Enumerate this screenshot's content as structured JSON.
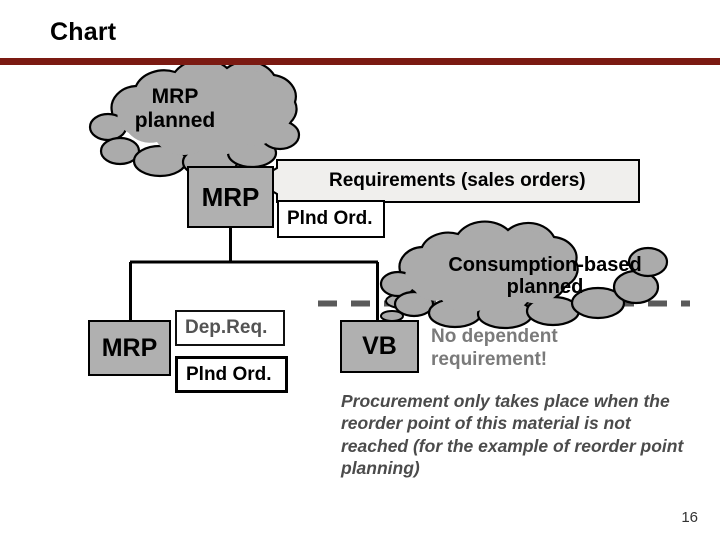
{
  "slide": {
    "title": "Chart",
    "page_number": "16",
    "rule_color": "#7b1a12"
  },
  "colors": {
    "cloud_fill": "#ababab",
    "box_fill": "#b0b0b0",
    "outline": "#000000",
    "dashed_line": "#5a5a5a",
    "gray_text": "#7a7a7a",
    "italic_text": "#4b4b4b"
  },
  "diagram": {
    "clouds": [
      {
        "id": "mrp-planned",
        "line1": "MRP",
        "line2": "planned",
        "text": "MRP\nplanned"
      },
      {
        "id": "consumption-based-planned",
        "line1": "Consumption-based",
        "line2": "planned",
        "text": "Consumption-based\nplanned"
      }
    ],
    "boxes": [
      {
        "id": "mrp-top",
        "label": "MRP"
      },
      {
        "id": "mrp-bottom",
        "label": "MRP"
      },
      {
        "id": "vb",
        "label": "VB"
      }
    ],
    "labels": [
      {
        "id": "plnd-ord-top",
        "label": "Plnd Ord."
      },
      {
        "id": "dep-req",
        "label": "Dep.Req."
      },
      {
        "id": "plnd-ord-bottom",
        "label": "Plnd Ord."
      }
    ],
    "callout": {
      "id": "requirements",
      "label": "Requirements (sales orders)"
    },
    "notes": [
      {
        "id": "no-dependent-requirement",
        "line1": "No dependent",
        "line2": "requirement!",
        "text": "No dependent requirement!"
      },
      {
        "id": "procurement-explanation",
        "text": "Procurement only takes place when the reorder point of this material is not reached (for the example of reorder point planning)"
      }
    ]
  }
}
